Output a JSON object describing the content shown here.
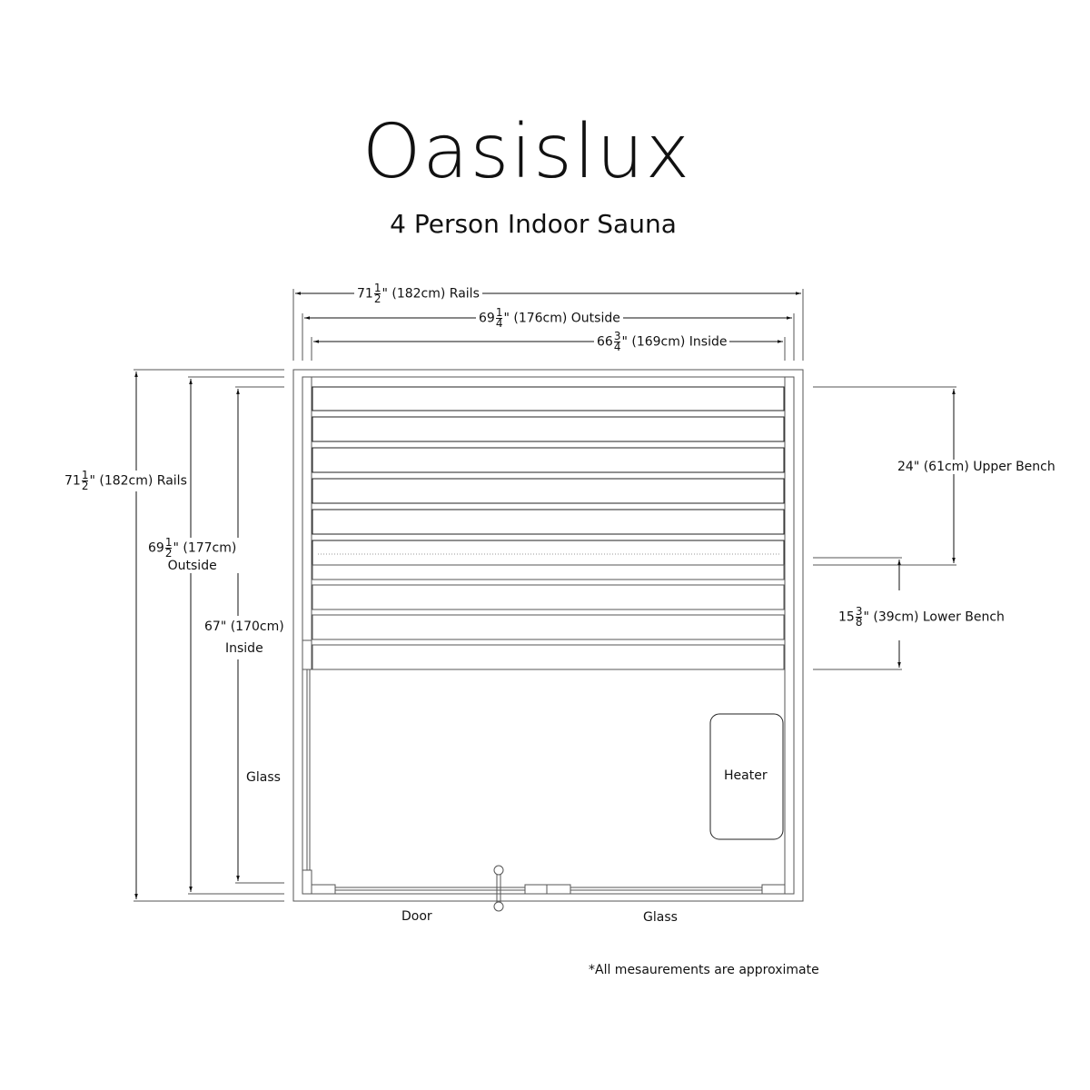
{
  "title": "Oasislux",
  "subtitle": "4 Person Indoor Sauna",
  "dimensions": {
    "top_rails": {
      "whole": "71",
      "num": "1",
      "den": "2",
      "rest": "\" (182cm) Rails"
    },
    "top_outside": {
      "whole": "69",
      "num": "1",
      "den": "4",
      "rest": "\" (176cm) Outside"
    },
    "top_inside": {
      "whole": "66",
      "num": "3",
      "den": "4",
      "rest": "\" (169cm) Inside"
    },
    "left_rails": {
      "whole": "71",
      "num": "1",
      "den": "2",
      "rest": "\" (182cm) Rails"
    },
    "left_outside": {
      "whole": "69",
      "num": "1",
      "den": "2",
      "rest": "\" (177cm)",
      "line2": "Outside"
    },
    "left_inside": {
      "line1": "67\" (170cm)",
      "line2": "Inside"
    },
    "upper_bench": "24\" (61cm) Upper Bench",
    "lower_bench": {
      "whole": "15",
      "num": "3",
      "den": "8",
      "rest": "\" (39cm) Lower Bench"
    }
  },
  "labels": {
    "glass_left": "Glass",
    "door": "Door",
    "glass_front": "Glass",
    "heater": "Heater"
  },
  "note": "*All mesaurements are approximate"
}
